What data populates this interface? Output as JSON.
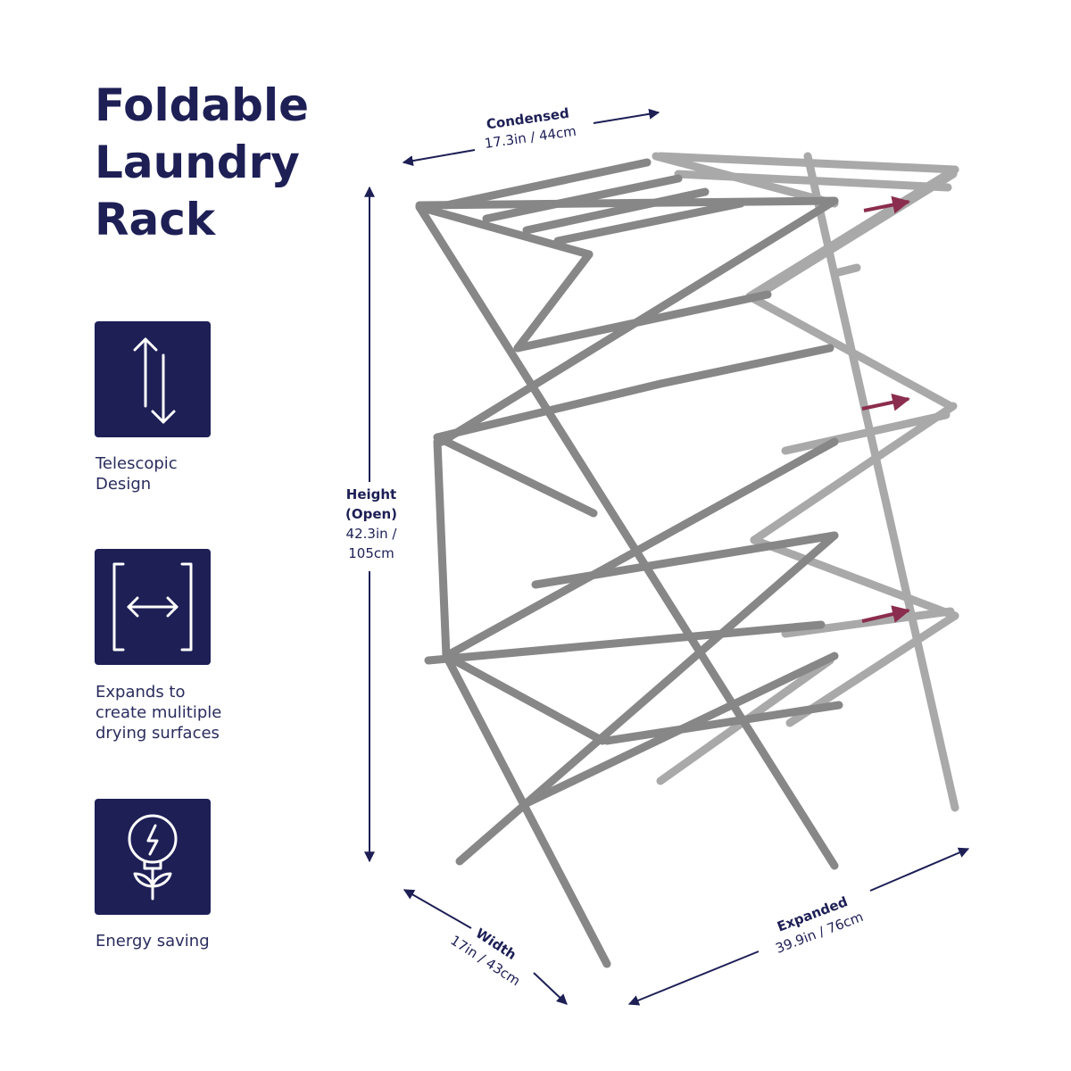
{
  "title": {
    "line1": "Foldable",
    "line2": "Laundry",
    "line3": "Rack"
  },
  "features": [
    {
      "icon": "telescopic-arrows-icon",
      "line1": "Telescopic",
      "line2": "Design",
      "line3": ""
    },
    {
      "icon": "expand-arrows-icon",
      "line1": "Expands to",
      "line2": "create mulitiple",
      "line3": "drying surfaces"
    },
    {
      "icon": "eco-bulb-icon",
      "line1": "Energy saving",
      "line2": "",
      "line3": ""
    }
  ],
  "dimensions": {
    "condensed": {
      "label": "Condensed",
      "value": "17.3in / 44cm"
    },
    "height": {
      "label1": "Height",
      "label2": "(Open)",
      "value1": "42.3in /",
      "value2": "105cm"
    },
    "width": {
      "label": "Width",
      "value": "17in / 43cm"
    },
    "expanded": {
      "label": "Expanded",
      "value": "39.9in / 76cm"
    }
  },
  "colors": {
    "brand_navy": "#1d1f55",
    "frame_gray": "#8a8a8a",
    "expand_arrow": "#8b2d4e"
  }
}
